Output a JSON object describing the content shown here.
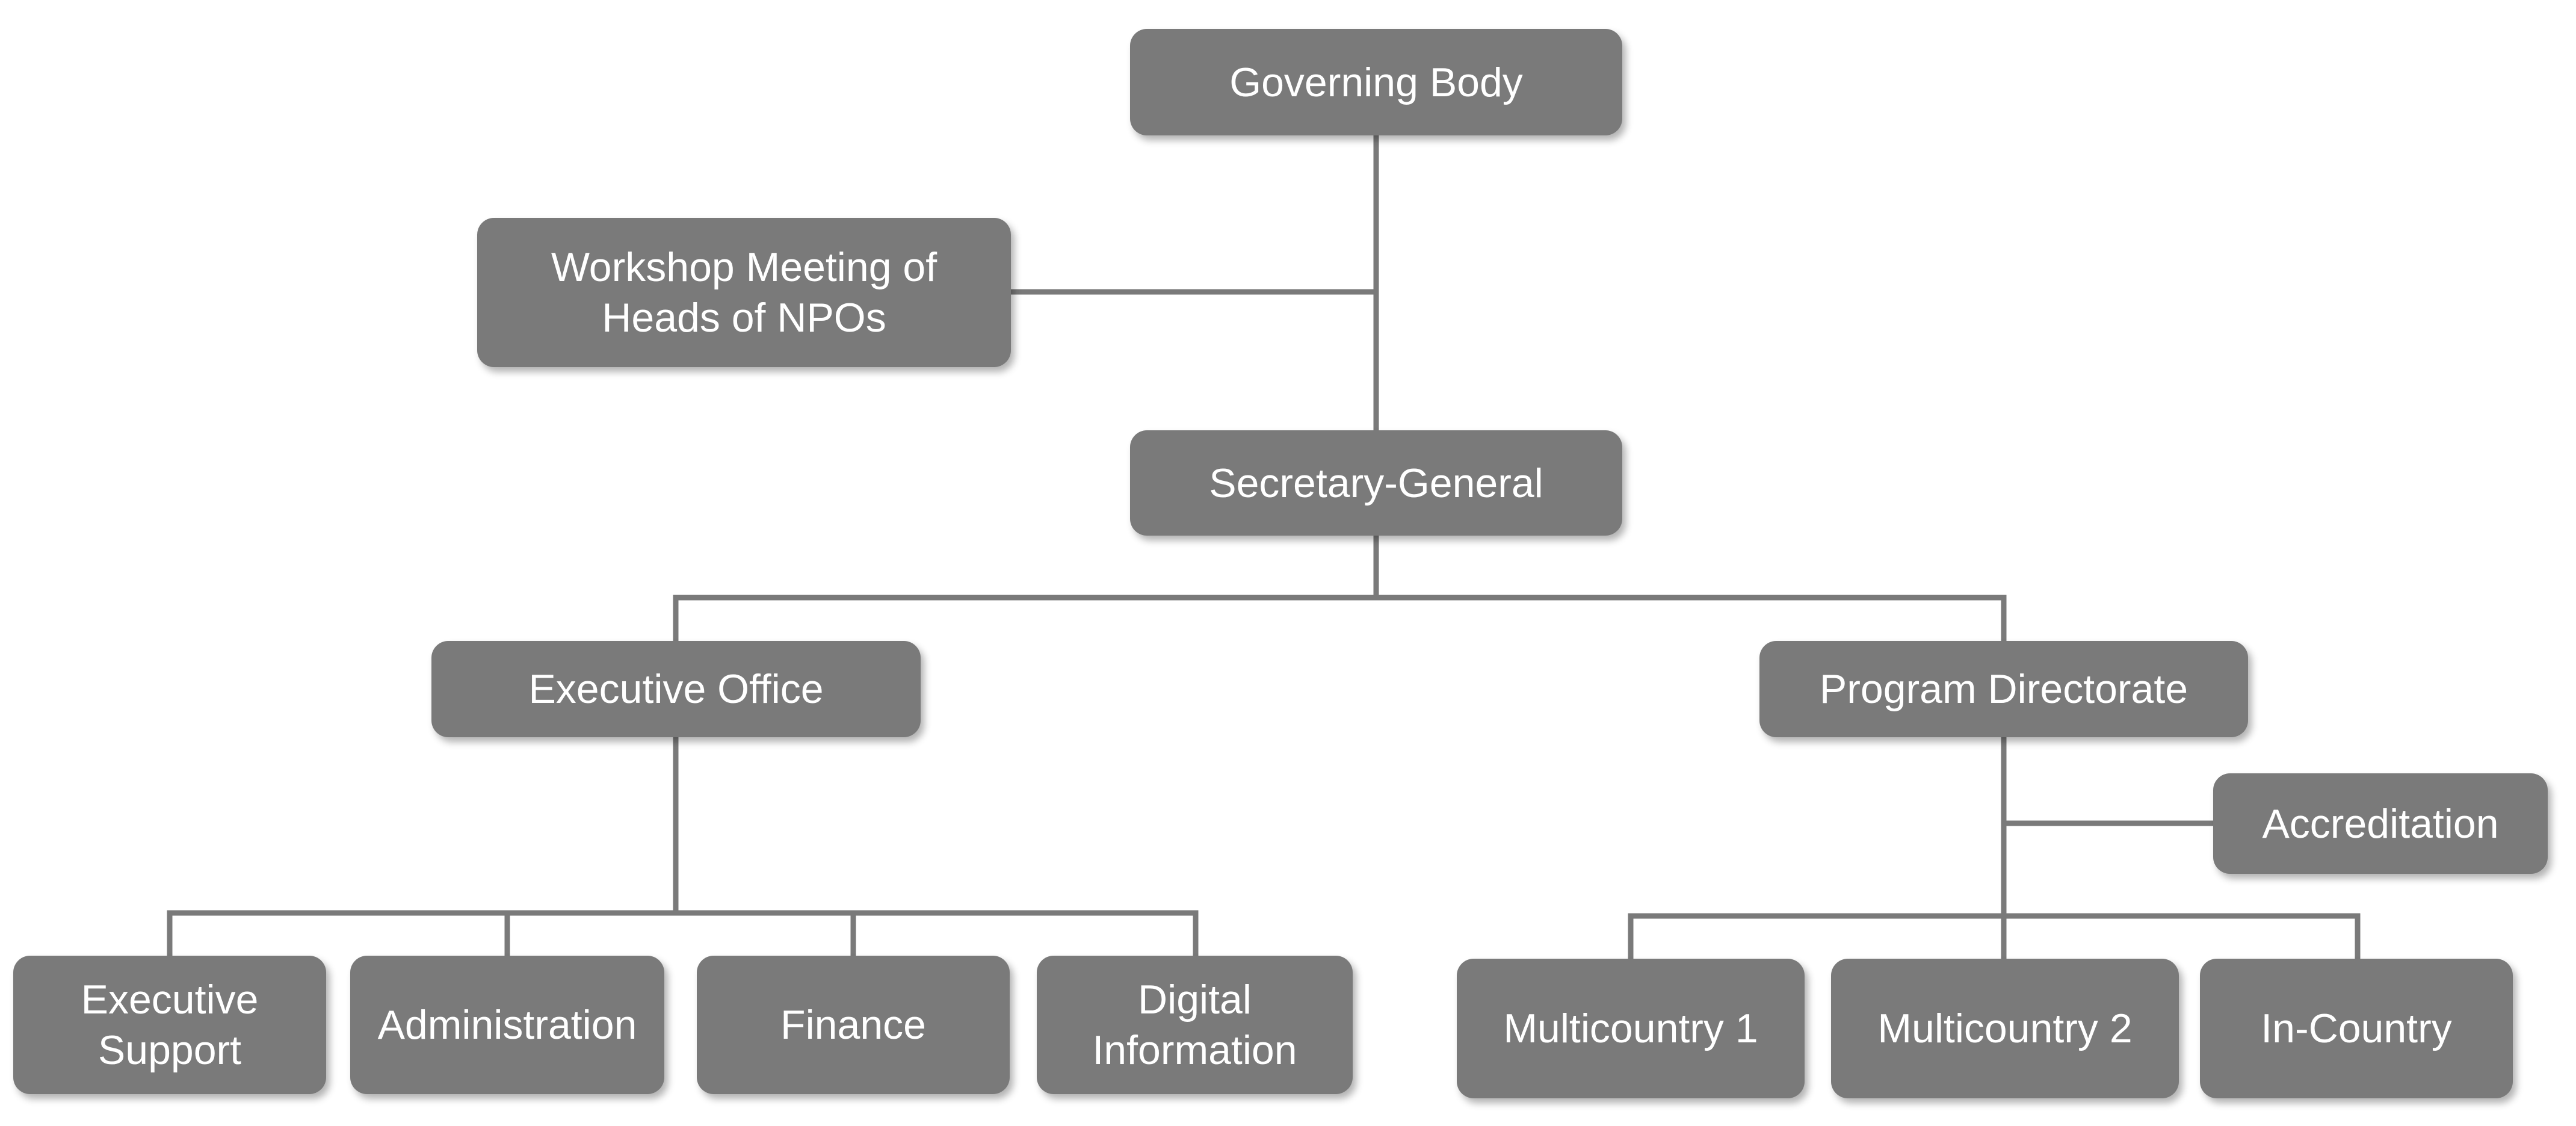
{
  "org_chart": {
    "governing_body": "Governing Body",
    "workshop_meeting": [
      "Workshop Meeting of",
      "Heads of NPOs"
    ],
    "secretary_general": "Secretary-General",
    "executive_office": "Executive Office",
    "program_directorate": "Program Directorate",
    "accreditation": "Accreditation",
    "executive_support": [
      "Executive",
      "Support"
    ],
    "administration": "Administration",
    "finance": "Finance",
    "digital_information": [
      "Digital",
      "Information"
    ],
    "multicountry_1": "Multicountry 1",
    "multicountry_2": "Multicountry 2",
    "in_country": "In-Country"
  },
  "colors": {
    "node_fill": "#7a7a7a",
    "node_text": "#ffffff",
    "connector": "#7a7a7a",
    "background": "#ffffff"
  }
}
